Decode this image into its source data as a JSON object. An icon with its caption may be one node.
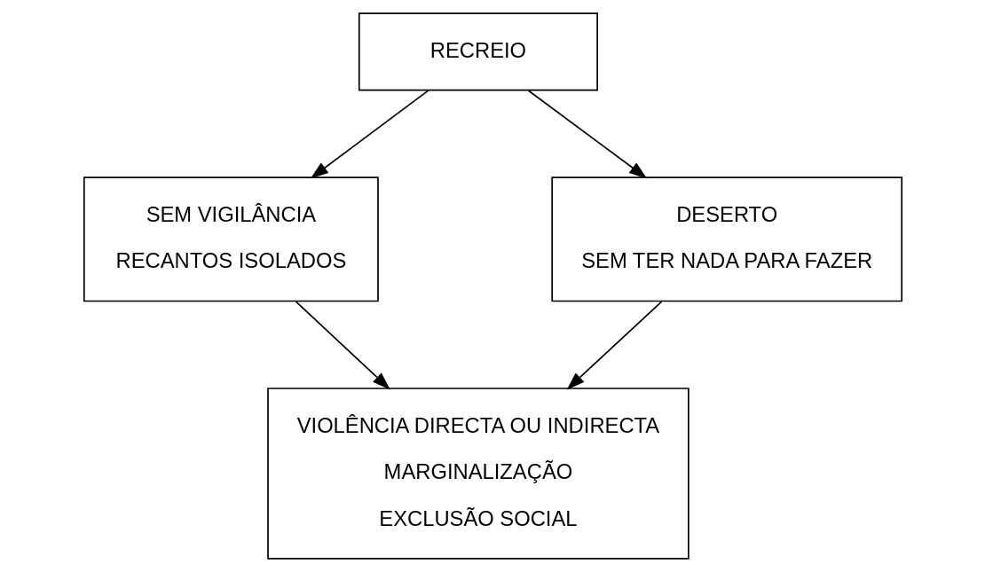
{
  "diagram": {
    "nodes": [
      {
        "text": [
          "RECREIO"
        ]
      },
      {
        "text": [
          "SEM VIGILÂNCIA",
          "RECANTOS ISOLADOS"
        ]
      },
      {
        "text": [
          "DESERTO",
          "SEM TER NADA PARA FAZER"
        ]
      },
      {
        "text": [
          "VIOLÊNCIA DIRECTA OU INDIRECTA",
          "MARGINALIZAÇÃO",
          "EXCLUSÃO SOCIAL"
        ]
      }
    ],
    "edges": [
      {
        "from": 0,
        "to": 1,
        "arrow": "to"
      },
      {
        "from": 0,
        "to": 2,
        "arrow": "to"
      },
      {
        "from": 1,
        "to": 3,
        "arrow": "to"
      },
      {
        "from": 2,
        "to": 3,
        "arrow": "to"
      }
    ]
  }
}
